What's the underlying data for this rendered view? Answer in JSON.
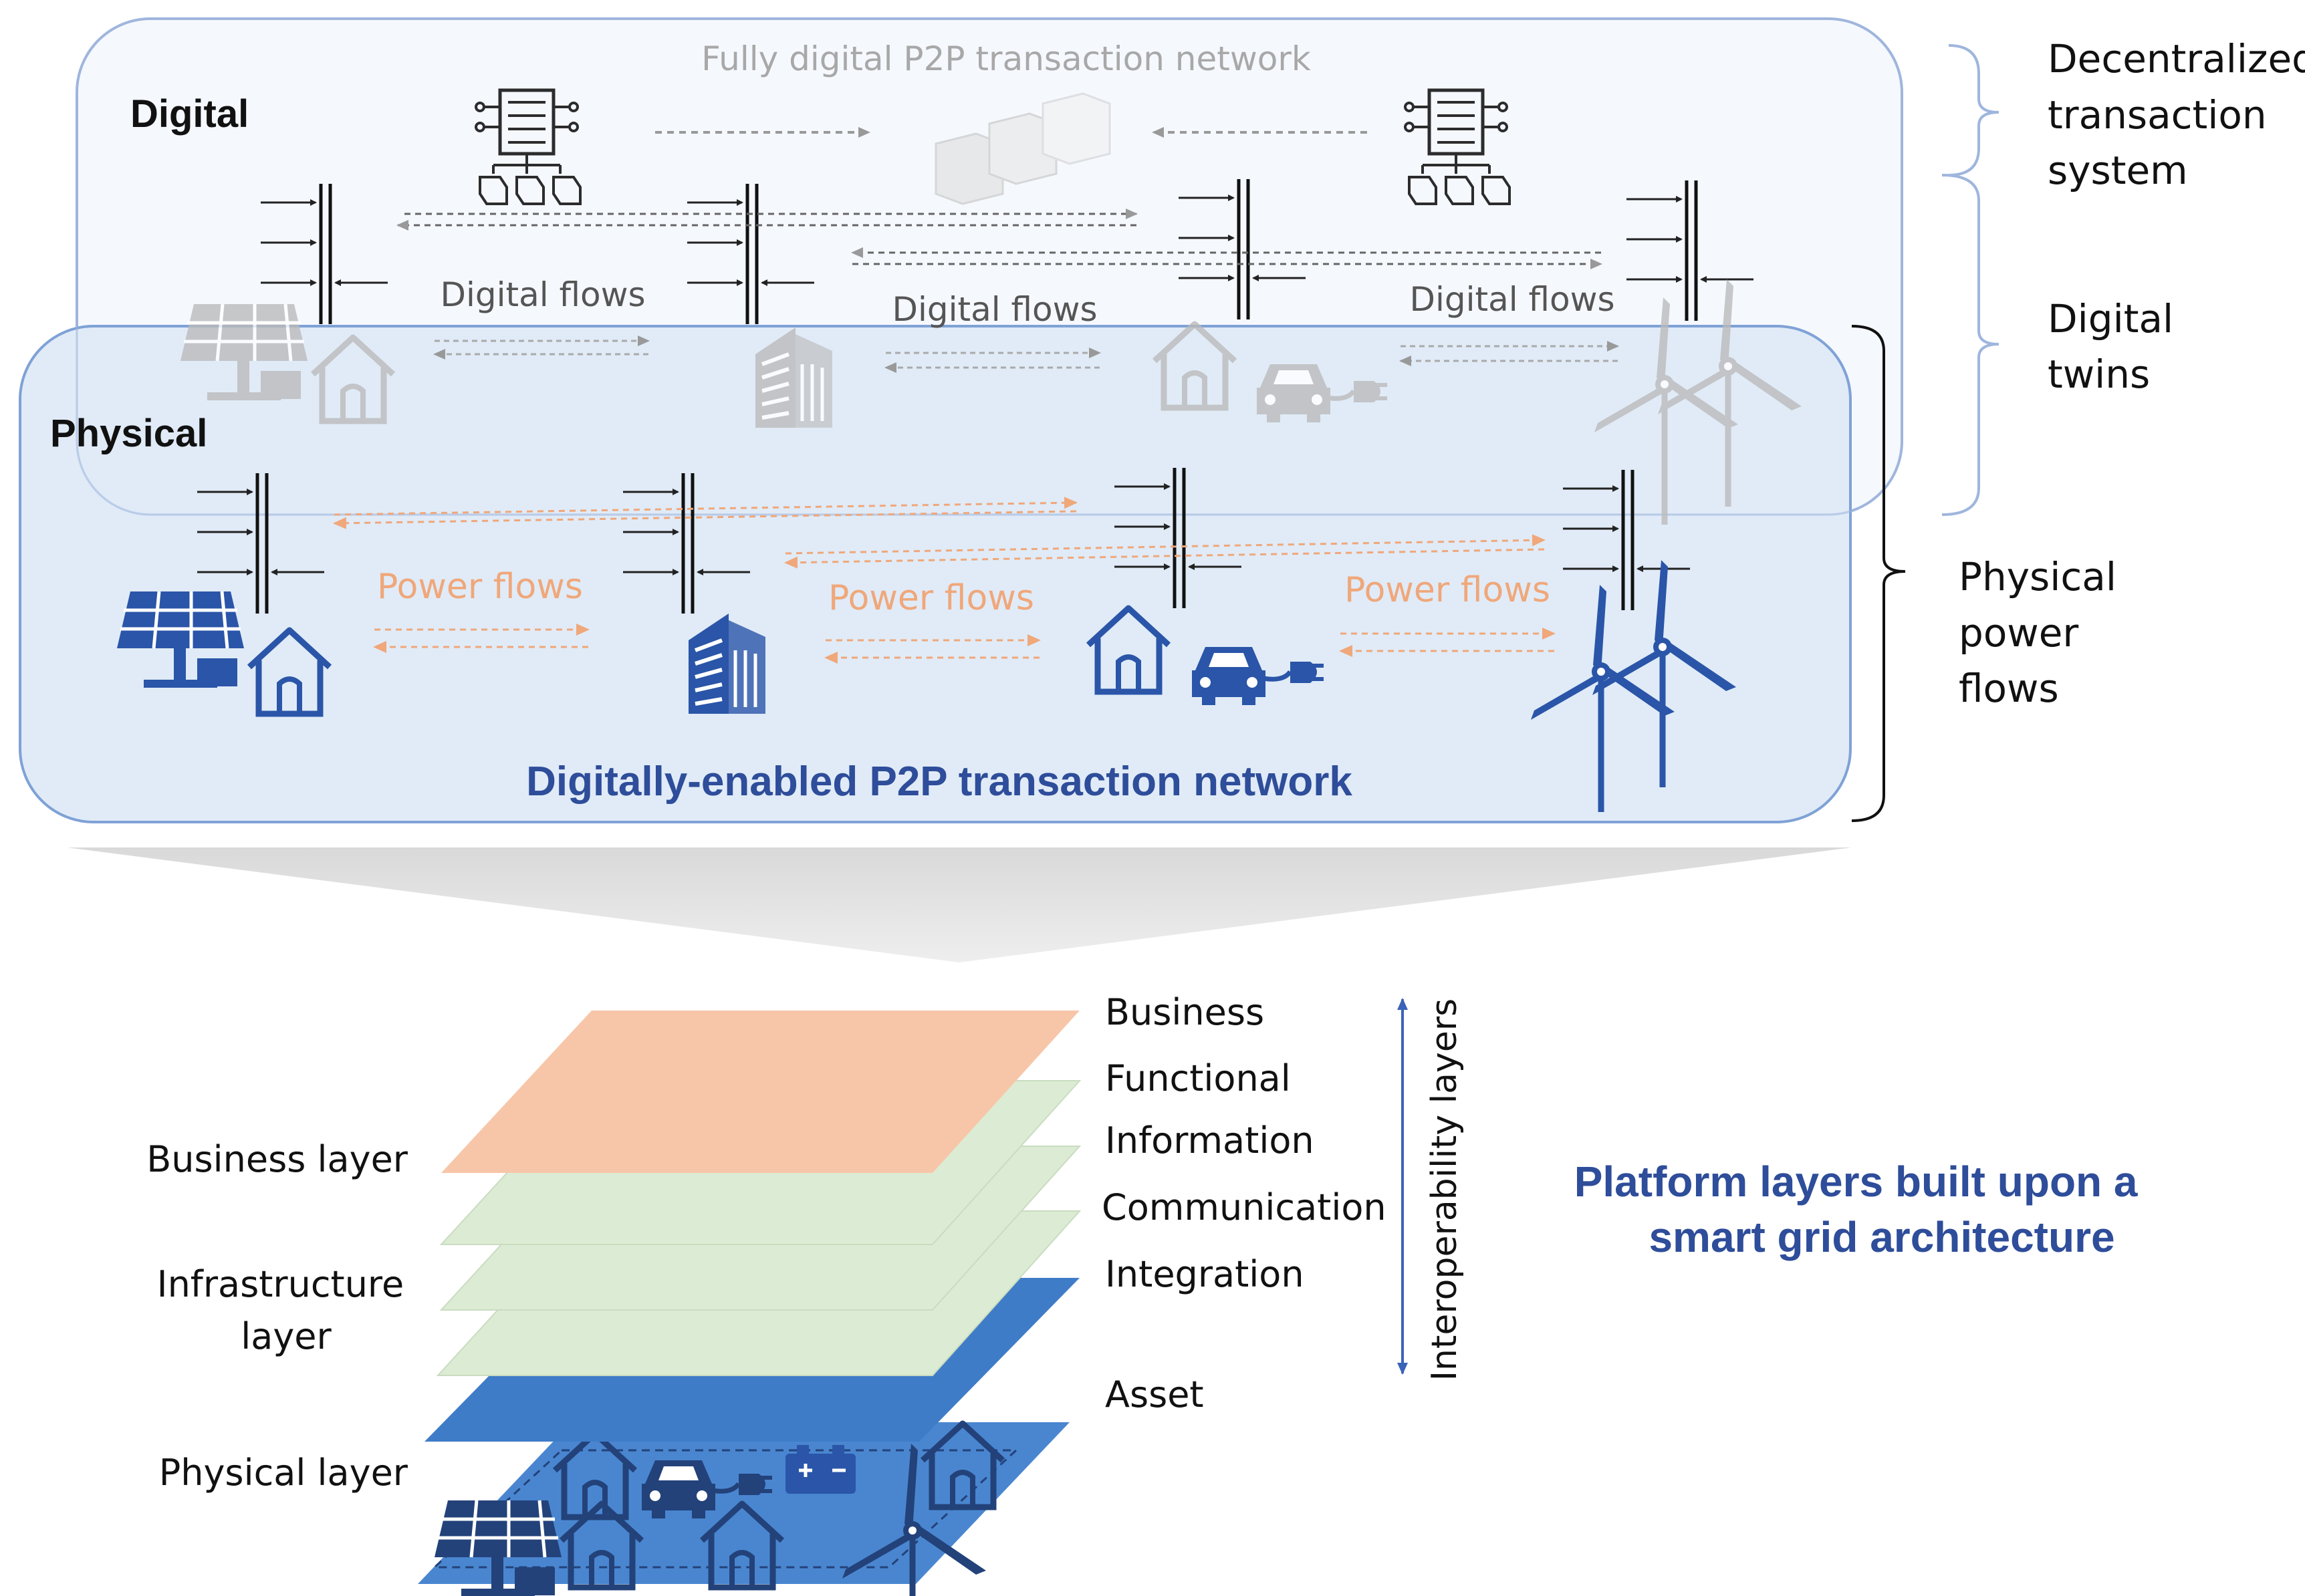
{
  "top": {
    "digital_label": "Digital",
    "physical_label": "Physical",
    "top_caption": "Fully digital P2P transaction network",
    "digital_flows": [
      "Digital flows",
      "Digital flows",
      "Digital flows"
    ],
    "power_flows": [
      "Power flows",
      "Power flows",
      "Power flows"
    ],
    "network_title": "Digitally-enabled P2P transaction network"
  },
  "brackets": {
    "decentralized": [
      "Decentralized",
      "transaction",
      "system"
    ],
    "digital_twins": [
      "Digital",
      "twins"
    ],
    "physical_power": [
      "Physical",
      "power",
      "flows"
    ]
  },
  "layers": {
    "right_labels": [
      "Business",
      "Functional",
      "Information",
      "Communication",
      "Integration",
      "Asset"
    ],
    "axis_label": "Interoperability layers",
    "left_business": "Business layer",
    "left_infra": [
      "Infrastructure",
      "layer"
    ],
    "left_physical": "Physical layer",
    "platform_caption": [
      "Platform layers built upon a",
      "smart grid architecture"
    ]
  },
  "colors": {
    "dark_blue": "#2e4d9a",
    "icon_blue": "#2a55a8",
    "orange_flow": "#f0a77a",
    "business_plane": "#f7c6a8",
    "infra_plane": "#dcecd4",
    "asset_plane": "#4a86d0",
    "physical_fill": "#dde9f6"
  }
}
